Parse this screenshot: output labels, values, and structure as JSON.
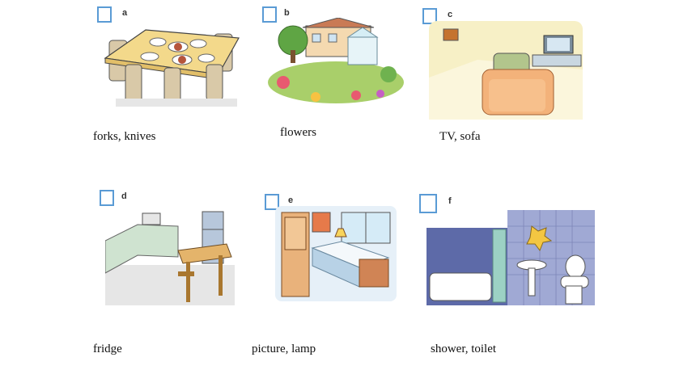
{
  "items": [
    {
      "letter": "a",
      "caption": "forks, knives",
      "scene": "dining-table-scene"
    },
    {
      "letter": "b",
      "caption": "flowers",
      "scene": "garden-house-scene"
    },
    {
      "letter": "c",
      "caption": "TV, sofa",
      "scene": "living-room-scene"
    },
    {
      "letter": "d",
      "caption": "fridge",
      "scene": "kitchen-scene"
    },
    {
      "letter": "e",
      "caption": "picture, lamp",
      "scene": "bedroom-scene"
    },
    {
      "letter": "f",
      "caption": "shower, toilet",
      "scene": "bathroom-scene"
    }
  ],
  "colors": {
    "checkbox_border": "#5a9bd5"
  }
}
